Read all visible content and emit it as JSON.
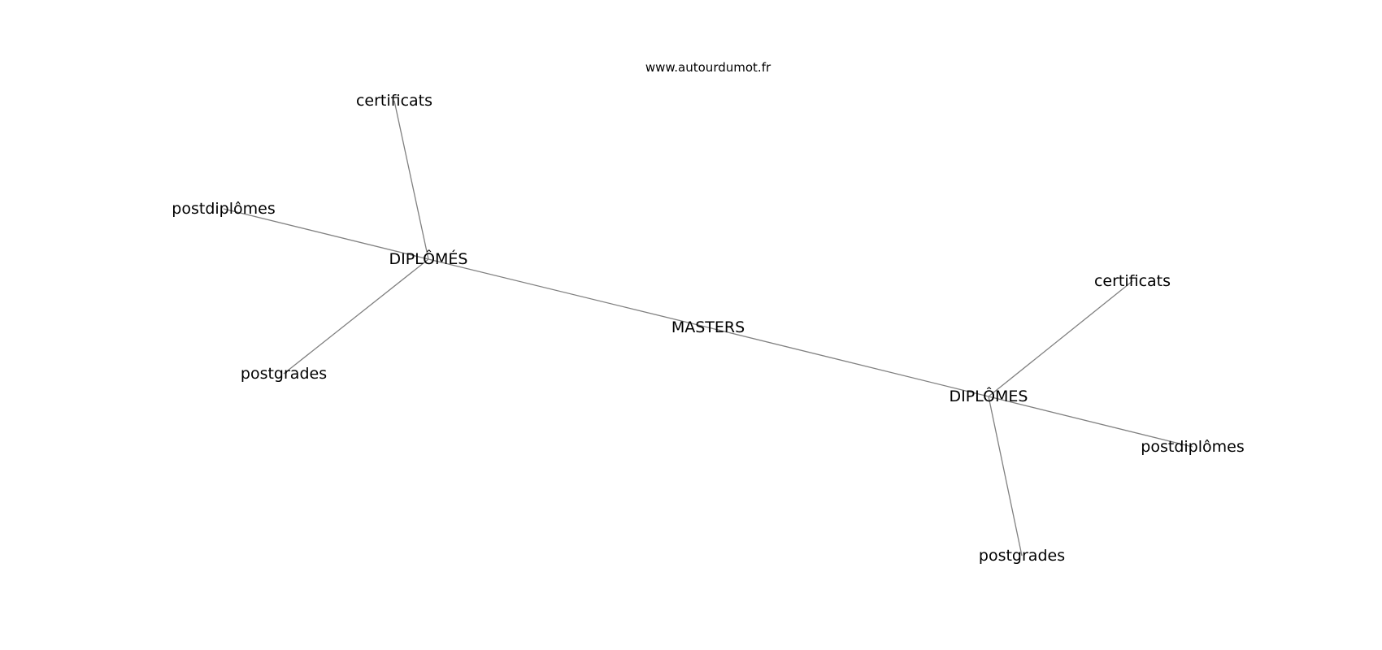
{
  "watermark": "www.autourdumot.fr",
  "nodes": [
    {
      "id": "masters",
      "label": "MASTERS"
    },
    {
      "id": "diplomes_left",
      "label": "DIPLÔMÉS"
    },
    {
      "id": "diplomes_right",
      "label": "DIPLÔMES"
    },
    {
      "id": "certificats_left",
      "label": "certificats"
    },
    {
      "id": "postdiplomes_left",
      "label": "postdiplômes"
    },
    {
      "id": "postgrades_left",
      "label": "postgrades"
    },
    {
      "id": "certificats_right",
      "label": "certificats"
    },
    {
      "id": "postdiplomes_right",
      "label": "postdiplômes"
    },
    {
      "id": "postgrades_right",
      "label": "postgrades"
    }
  ],
  "edges": [
    [
      "masters",
      "diplomes_left"
    ],
    [
      "masters",
      "diplomes_right"
    ],
    [
      "diplomes_left",
      "certificats_left"
    ],
    [
      "diplomes_left",
      "postdiplomes_left"
    ],
    [
      "diplomes_left",
      "postgrades_left"
    ],
    [
      "diplomes_right",
      "certificats_right"
    ],
    [
      "diplomes_right",
      "postdiplomes_right"
    ],
    [
      "diplomes_right",
      "postgrades_right"
    ]
  ],
  "colors": {
    "edge": "#808080",
    "text": "#000000",
    "background": "#ffffff"
  }
}
